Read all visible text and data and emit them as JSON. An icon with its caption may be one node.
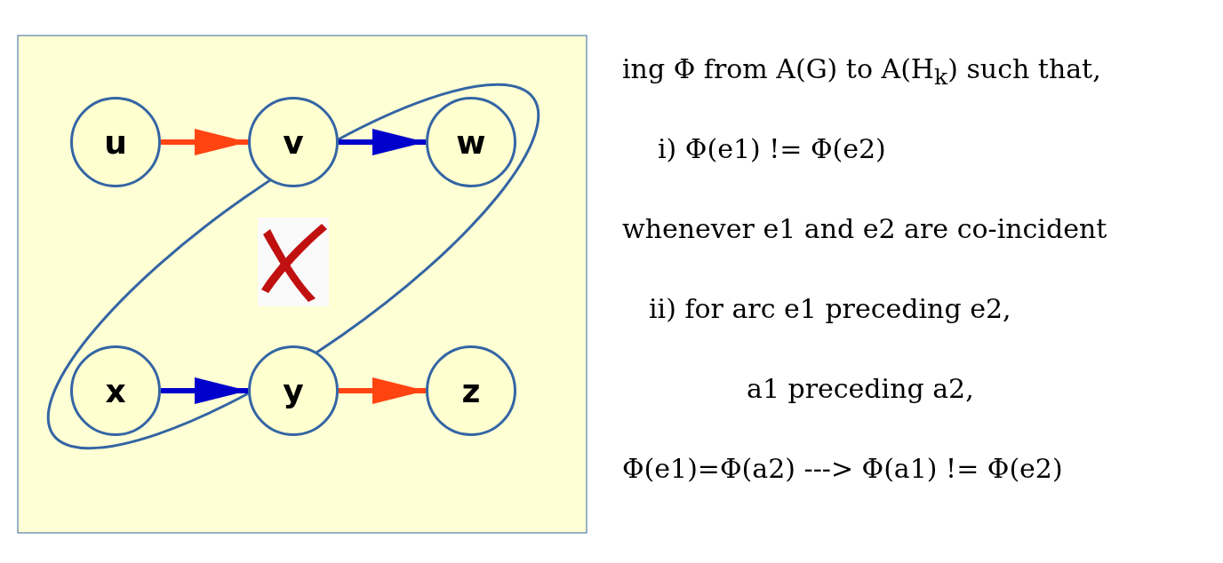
{
  "diagram": {
    "nodes": [
      {
        "text": [
          "u"
        ]
      },
      {
        "text": [
          "v"
        ]
      },
      {
        "text": [
          "w"
        ]
      },
      {
        "text": [
          "x"
        ]
      },
      {
        "text": [
          "y"
        ]
      },
      {
        "text": [
          "z"
        ]
      }
    ],
    "edges": [
      {
        "from": 0,
        "to": 1,
        "arrow": "to",
        "color": "#ff4411"
      },
      {
        "from": 1,
        "to": 2,
        "arrow": "to",
        "color": "#0000cc"
      },
      {
        "from": 3,
        "to": 4,
        "arrow": "to",
        "color": "#0000cc"
      },
      {
        "from": 4,
        "to": 5,
        "arrow": "to",
        "color": "#ff4411"
      }
    ],
    "labels": [
      "ing Φ from A(G) to A(H$_{k}$) such that,",
      "i) Φ(e1) != Φ(e2)",
      "whenever e1 and e2 are co-incident",
      "ii) for arc e1 preceding e2,",
      "a1 preceding a2,",
      "Φ(e1)=Φ(a2) ---> Φ(a1) != Φ(e2)"
    ]
  }
}
